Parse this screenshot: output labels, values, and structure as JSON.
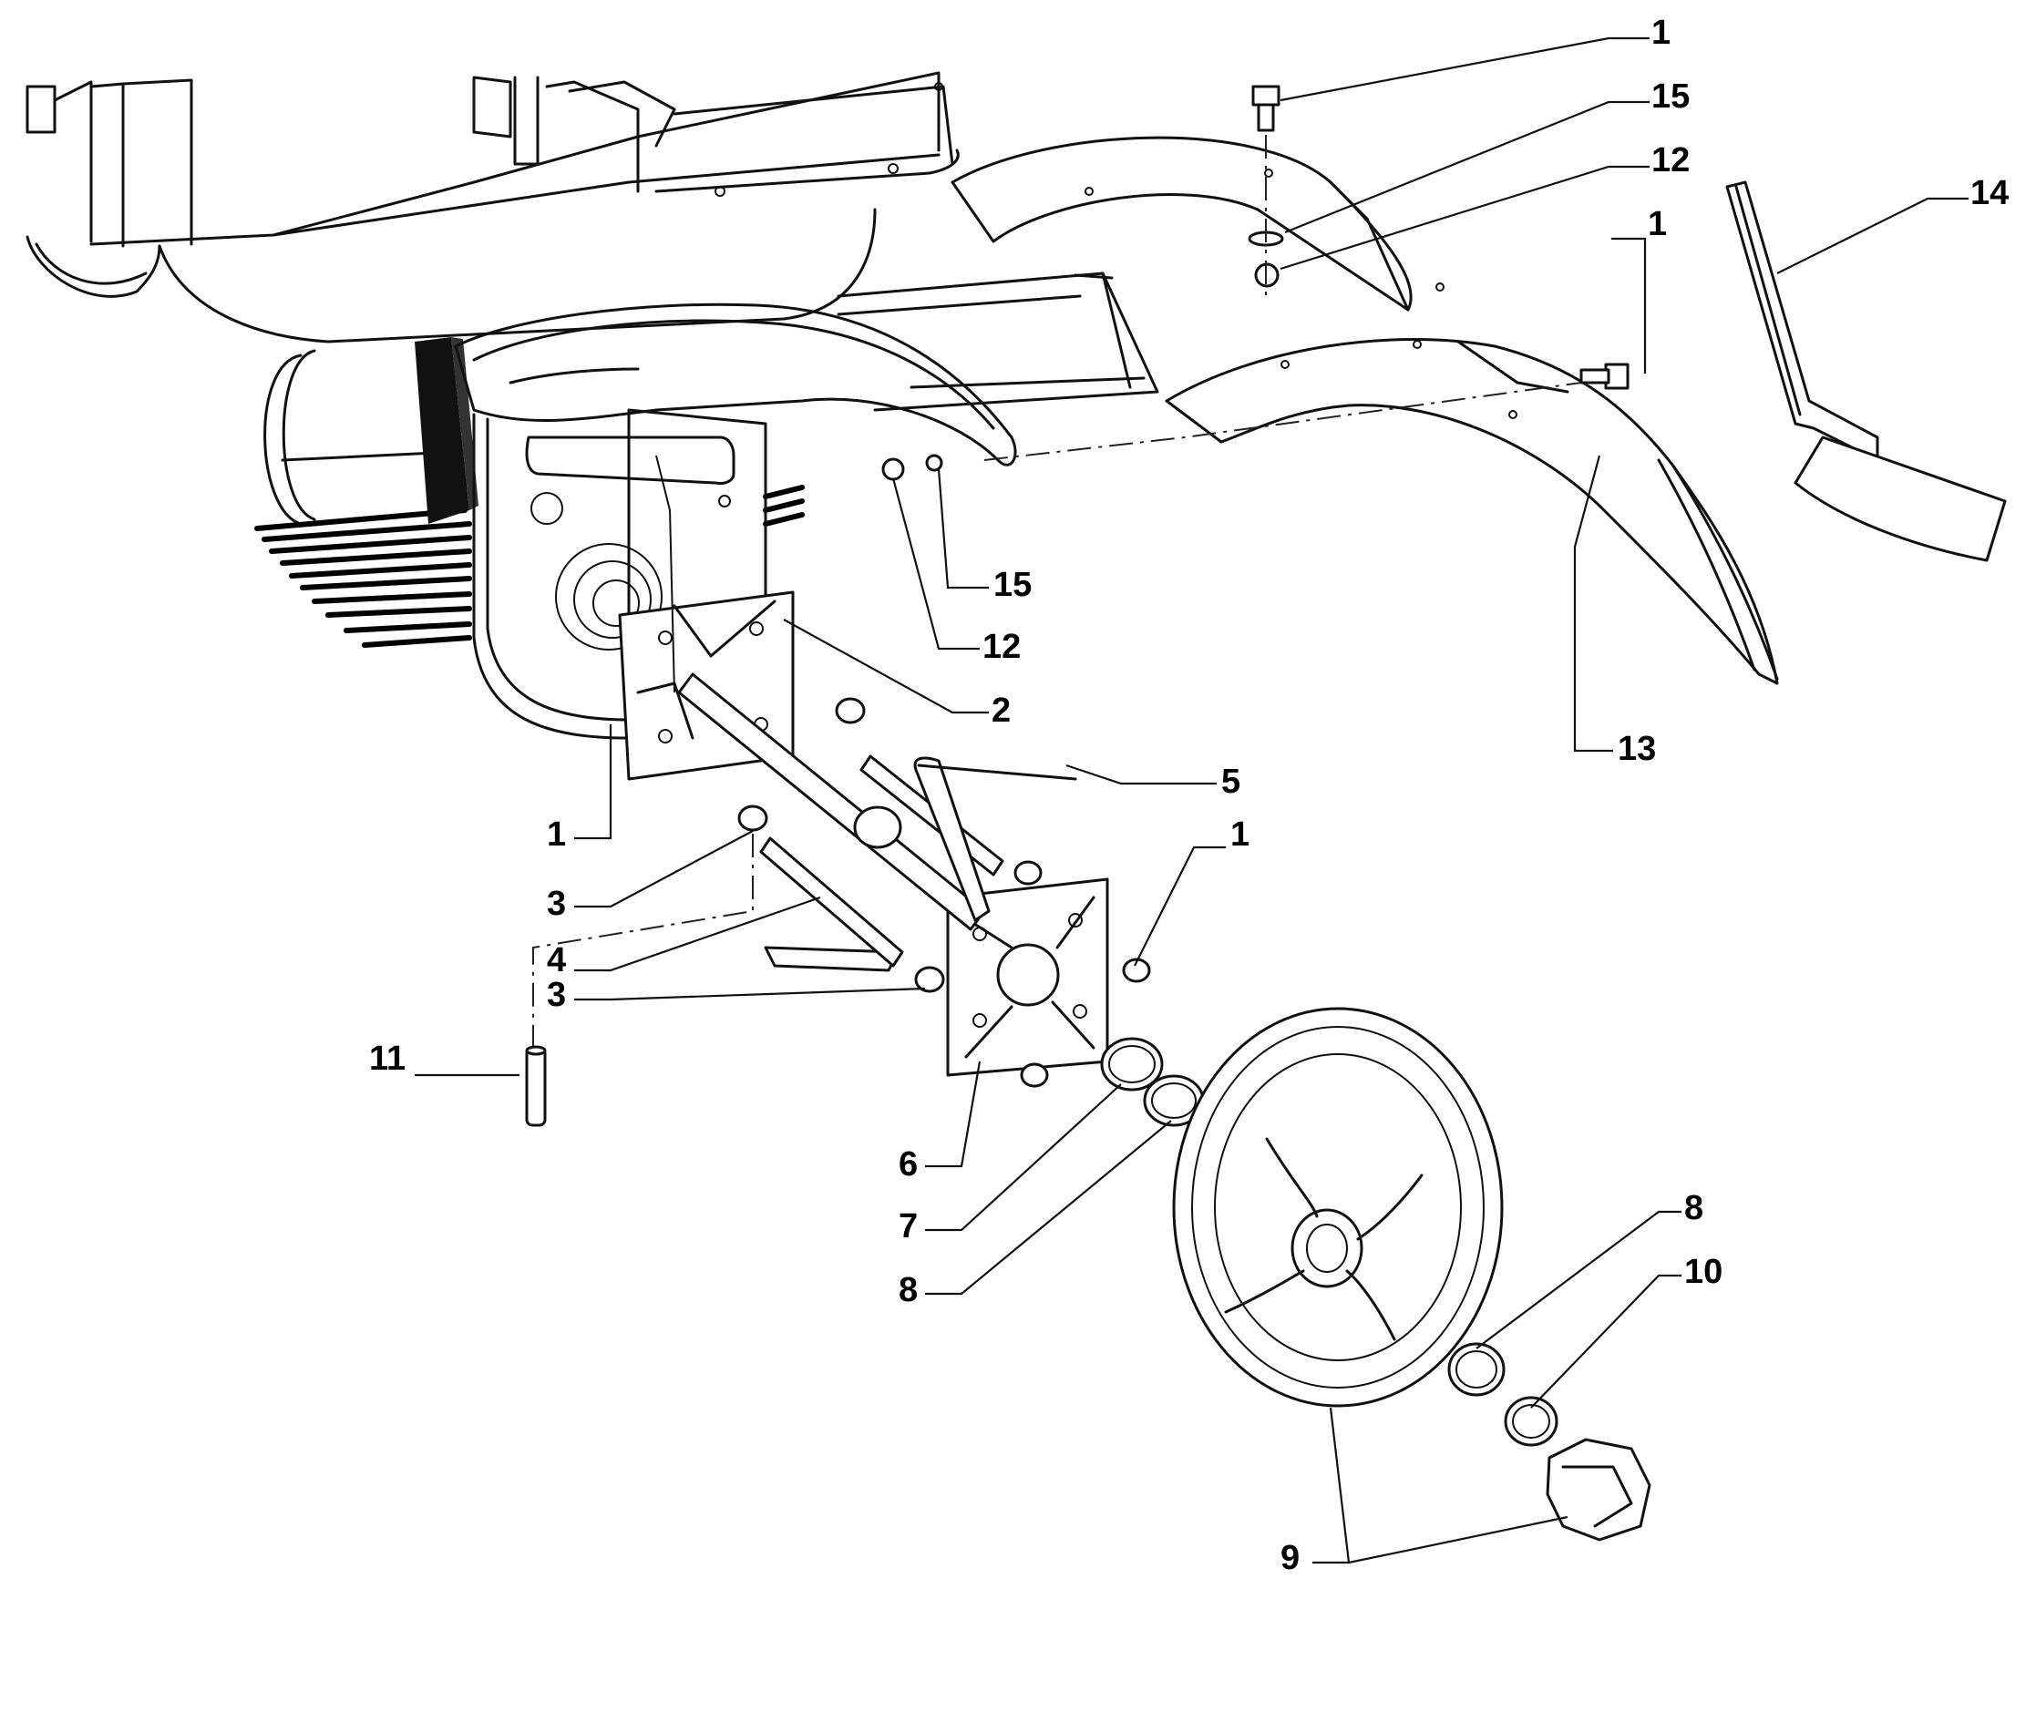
{
  "callouts": [
    {
      "id": "c-1a",
      "text": "1"
    },
    {
      "id": "c-15a",
      "text": "15"
    },
    {
      "id": "c-12a",
      "text": "12"
    },
    {
      "id": "c-14",
      "text": "14"
    },
    {
      "id": "c-1b",
      "text": "1"
    },
    {
      "id": "c-15b",
      "text": "15"
    },
    {
      "id": "c-12b",
      "text": "12"
    },
    {
      "id": "c-2",
      "text": "2"
    },
    {
      "id": "c-13",
      "text": "13"
    },
    {
      "id": "c-5",
      "text": "5"
    },
    {
      "id": "c-1c",
      "text": "1"
    },
    {
      "id": "c-1d",
      "text": "1"
    },
    {
      "id": "c-3a",
      "text": "3"
    },
    {
      "id": "c-4",
      "text": "4"
    },
    {
      "id": "c-3b",
      "text": "3"
    },
    {
      "id": "c-11",
      "text": "11"
    },
    {
      "id": "c-6",
      "text": "6"
    },
    {
      "id": "c-7",
      "text": "7"
    },
    {
      "id": "c-8a",
      "text": "8"
    },
    {
      "id": "c-8b",
      "text": "8"
    },
    {
      "id": "c-10",
      "text": "10"
    },
    {
      "id": "c-9",
      "text": "9"
    }
  ]
}
